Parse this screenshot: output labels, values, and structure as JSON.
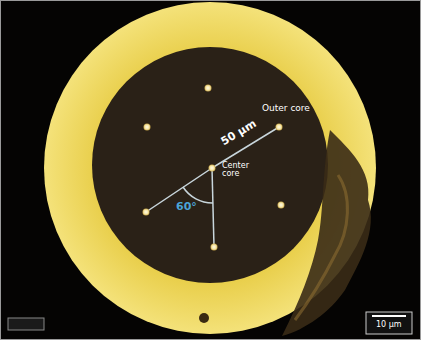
{
  "diagram": {
    "labels": [
      "Outer core",
      "50 µm",
      "Center core",
      "60°",
      "10 µm"
    ]
  }
}
